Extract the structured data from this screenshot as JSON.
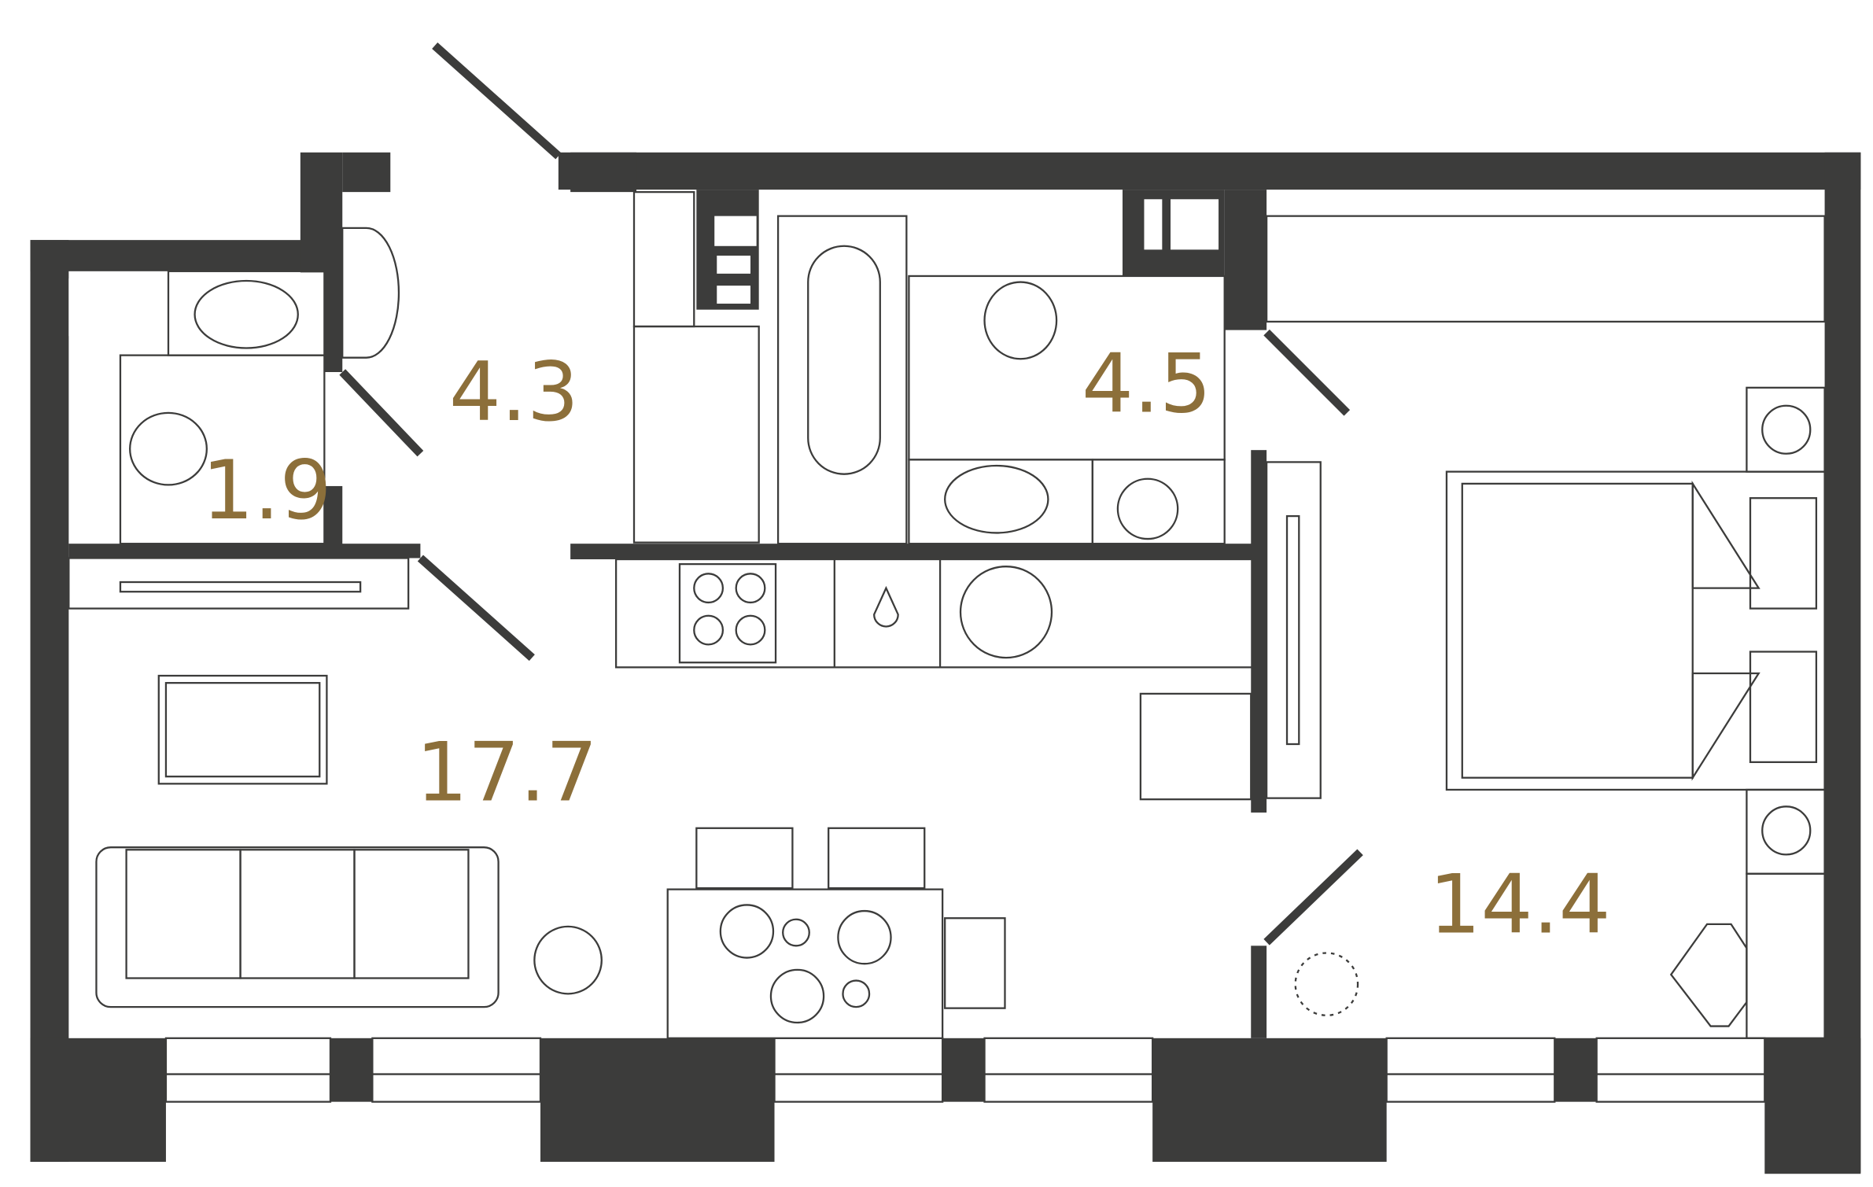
{
  "colors": {
    "wall": "#3c3c3b",
    "area_label": "#8c6f3a",
    "background": "#ffffff"
  },
  "rooms": [
    {
      "id": "hallway",
      "area": "4.3"
    },
    {
      "id": "toilet",
      "area": "1.9"
    },
    {
      "id": "bathroom",
      "area": "4.5"
    },
    {
      "id": "living-kitchen",
      "area": "17.7"
    },
    {
      "id": "bedroom",
      "area": "14.4"
    }
  ]
}
